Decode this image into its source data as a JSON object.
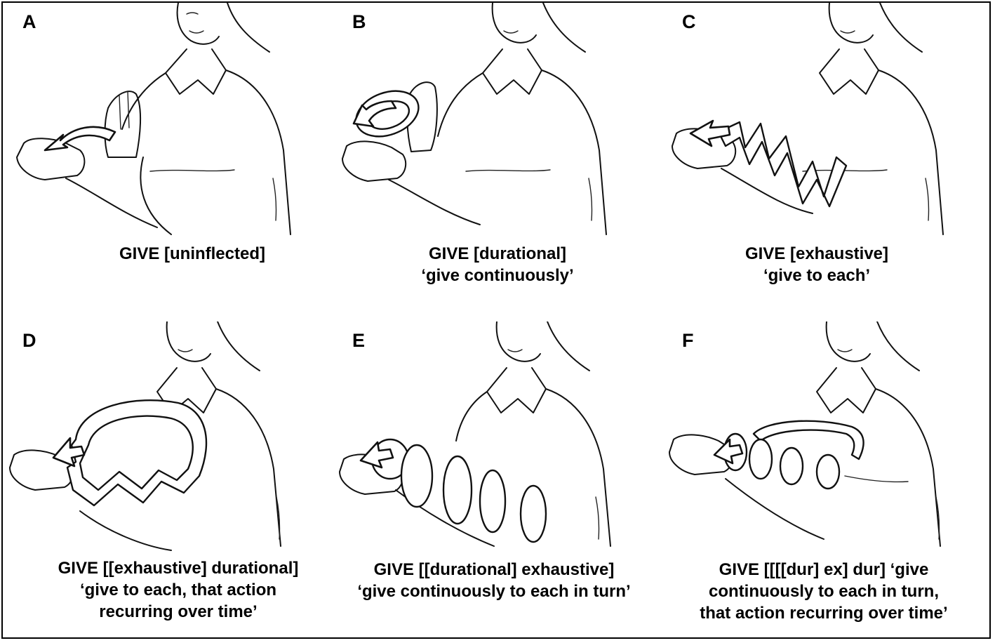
{
  "panels": [
    {
      "label": "A",
      "caption": [
        "GIVE [uninflected]"
      ]
    },
    {
      "label": "B",
      "caption": [
        "GIVE [durational]",
        "‘give continuously’"
      ]
    },
    {
      "label": "C",
      "caption": [
        "GIVE [exhaustive]",
        "‘give to each’"
      ]
    },
    {
      "label": "D",
      "caption": [
        "GIVE [[exhaustive] durational]",
        "‘give to each, that action",
        "recurring over time’"
      ]
    },
    {
      "label": "E",
      "caption": [
        "GIVE [[durational] exhaustive]",
        "‘give continuously to each in turn’"
      ]
    },
    {
      "label": "F",
      "caption": [
        "GIVE [[[[dur] ex] dur] ‘give",
        "continuously to each in turn,",
        "that action recurring over time’"
      ]
    }
  ],
  "colors": {
    "ink": "#000000",
    "paper": "#ffffff"
  }
}
